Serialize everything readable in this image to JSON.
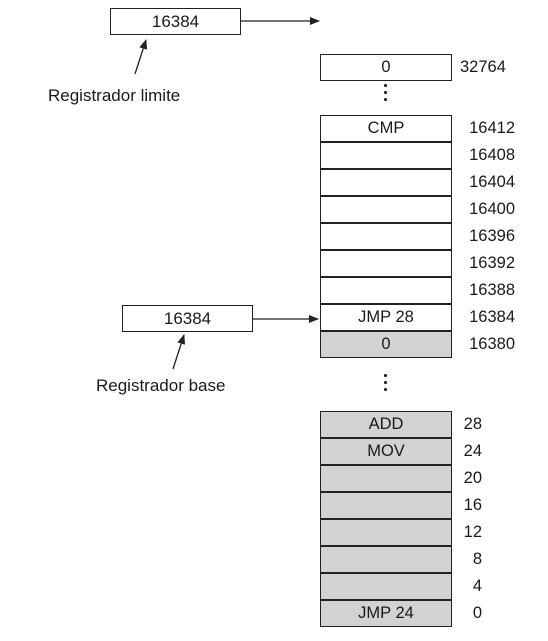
{
  "limit_register": {
    "value": "16384",
    "label": "Registrador limite"
  },
  "base_register": {
    "value": "16384",
    "label": "Registrador base"
  },
  "upper_block": {
    "top_cell": {
      "content": "0",
      "address": "32764"
    },
    "cells": [
      {
        "content": "CMP",
        "address": "16412"
      },
      {
        "content": "",
        "address": "16408"
      },
      {
        "content": "",
        "address": "16404"
      },
      {
        "content": "",
        "address": "16400"
      },
      {
        "content": "",
        "address": "16396"
      },
      {
        "content": "",
        "address": "16392"
      },
      {
        "content": "",
        "address": "16388"
      },
      {
        "content": "JMP 28",
        "address": "16384"
      },
      {
        "content": "0",
        "address": "16380"
      }
    ]
  },
  "lower_block": {
    "cells": [
      {
        "content": "ADD",
        "address": "28"
      },
      {
        "content": "MOV",
        "address": "24"
      },
      {
        "content": "",
        "address": "20"
      },
      {
        "content": "",
        "address": "16"
      },
      {
        "content": "",
        "address": "12"
      },
      {
        "content": "",
        "address": "8"
      },
      {
        "content": "",
        "address": "4"
      },
      {
        "content": "JMP  24",
        "address": "0"
      }
    ]
  }
}
